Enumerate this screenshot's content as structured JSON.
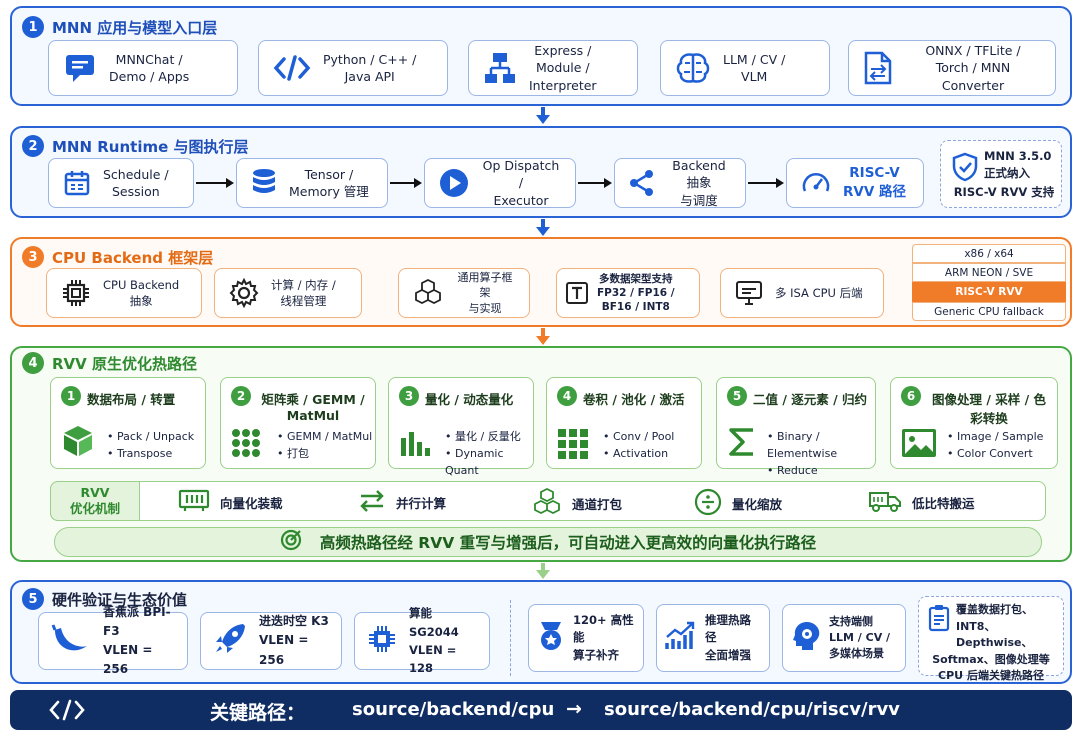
{
  "layer1": {
    "num": "1",
    "title": "MNN 应用与模型入口层",
    "cards": [
      {
        "icon": "chat-icon",
        "l1": "MNNChat /",
        "l2": "Demo / Apps",
        "l3": ""
      },
      {
        "icon": "code-icon",
        "l1": "Python / C++ /",
        "l2": "Java API",
        "l3": ""
      },
      {
        "icon": "flowchart-icon",
        "l1": "Express /",
        "l2": "Module /",
        "l3": "Interpreter"
      },
      {
        "icon": "brain-icon",
        "l1": "LLM / CV /",
        "l2": "VLM",
        "l3": ""
      },
      {
        "icon": "convert-file-icon",
        "l1": "ONNX / TFLite /",
        "l2": "Torch / MNN Converter",
        "l3": ""
      }
    ]
  },
  "layer2": {
    "num": "2",
    "title": "MNN Runtime 与图执行层",
    "steps": [
      {
        "icon": "schedule-icon",
        "l1": "Schedule /",
        "l2": "Session"
      },
      {
        "icon": "database-icon",
        "l1": "Tensor /",
        "l2": "Memory 管理"
      },
      {
        "icon": "play-icon",
        "l1": "Op Dispatch /",
        "l2": "Executor"
      },
      {
        "icon": "share-icon",
        "l1": "Backend 抽象",
        "l2": "与调度"
      },
      {
        "icon": "speedometer-icon",
        "l1": "RISC-V",
        "l2": "RVV 路径"
      }
    ],
    "note": {
      "icon": "shield-check-icon",
      "l1": "MNN 3.5.0",
      "l2": "正式纳入",
      "l3": "RISC-V RVV 支持"
    }
  },
  "layer3": {
    "num": "3",
    "title": "CPU Backend 框架层",
    "cards": [
      {
        "icon": "cpu-chip-icon",
        "l1": "CPU Backend",
        "l2": "抽象"
      },
      {
        "icon": "gear-icon",
        "l1": "计算 / 内存 /",
        "l2": "线程管理"
      },
      {
        "icon": "cubes-icon",
        "l1": "通用算子框架",
        "l2": "与实现"
      },
      {
        "icon": "type-icon",
        "l1": "多数据架型支持",
        "l2": "FP32 / FP16 /",
        "l3": "BF16 / INT8"
      },
      {
        "icon": "monitor-icon",
        "l1": "多 ISA CPU 后端",
        "l2": ""
      }
    ],
    "isa_options": [
      "x86 / x64",
      "ARM NEON / SVE",
      "RISC-V RVV",
      "Generic CPU fallback"
    ],
    "isa_selected": "RISC-V RVV"
  },
  "layer4": {
    "num": "4",
    "title": "RVV 原生优化热路径",
    "groups": [
      {
        "num": "1",
        "title": "数据布局 / 转置",
        "icon": "box-icon",
        "items": [
          "Pack / Unpack",
          "Transpose"
        ]
      },
      {
        "num": "2",
        "title": "矩阵乘 / GEMM / MatMul",
        "icon": "grid-dots-icon",
        "items": [
          "GEMM / MatMul",
          "打包"
        ]
      },
      {
        "num": "3",
        "title": "量化 / 动态量化",
        "icon": "bar-chart-icon",
        "items": [
          "量化 / 反量化",
          "Dynamic Quant"
        ]
      },
      {
        "num": "4",
        "title": "卷积 / 池化 / 激活",
        "icon": "grid-squares-icon",
        "items": [
          "Conv / Pool",
          "Activation"
        ]
      },
      {
        "num": "5",
        "title": "二值 / 逐元素 / 归约",
        "icon": "sigma-icon",
        "items": [
          "Binary / Elementwise",
          "Reduce"
        ]
      },
      {
        "num": "6",
        "title": "图像处理 / 采样 / 色彩转换",
        "icon": "image-icon",
        "items": [
          "Image / Sample",
          "Color Convert"
        ]
      }
    ],
    "mechanism_label_1": "RVV",
    "mechanism_label_2": "优化机制",
    "mechanisms": [
      {
        "icon": "vector-load-icon",
        "label": "向量化装载"
      },
      {
        "icon": "parallel-arrows-icon",
        "label": "并行计算"
      },
      {
        "icon": "pack-cubes-icon",
        "label": "通道打包"
      },
      {
        "icon": "scale-icon",
        "label": "量化缩放"
      },
      {
        "icon": "truck-icon",
        "label": "低比特搬运"
      }
    ],
    "banner": "高频热路径经 RVV 重写与增强后，可自动进入更高效的向量化执行路径"
  },
  "layer5": {
    "num": "5",
    "title": "硬件验证与生态价值",
    "hardware": [
      {
        "icon": "banana-icon",
        "l1": "香蕉派 BPI-F3",
        "l2": "VLEN = 256"
      },
      {
        "icon": "rocket-icon",
        "l1": "进迭时空 K3",
        "l2": "VLEN = 256"
      },
      {
        "icon": "chip-icon",
        "l1": "算能 SG2044",
        "l2": "VLEN = 128"
      }
    ],
    "values": [
      {
        "icon": "medal-icon",
        "l1": "120+ 高性能",
        "l2": "算子补齐",
        "l3": ""
      },
      {
        "icon": "trend-up-icon",
        "l1": "推理热路径",
        "l2": "全面增强",
        "l3": ""
      },
      {
        "icon": "head-gear-icon",
        "l1": "支持端侧",
        "l2": "LLM / CV /",
        "l3": "多媒体场景"
      }
    ],
    "coverage": {
      "icon": "clipboard-icon",
      "l1": "覆盖数据打包、",
      "l2": "INT8、Depthwise、",
      "l3": "Softmax、图像处理等",
      "l4": "CPU 后端关键热路径"
    }
  },
  "footer": {
    "icon": "code-icon",
    "label": "关键路径：",
    "path_from": "source/backend/cpu",
    "arrow": "→",
    "path_to": "source/backend/cpu/riscv/rvv"
  },
  "colors": {
    "blue": "#1f5fd6",
    "orange": "#f07c2a",
    "green": "#3f9e3f",
    "navy": "#0f2d63"
  }
}
